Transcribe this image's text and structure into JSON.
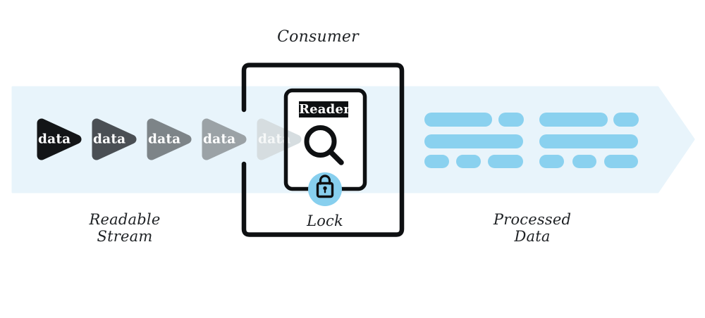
{
  "palette": {
    "background": "#ffffff",
    "stream_band": "#e8f4fb",
    "data_bar": "#8ad1ef",
    "lock_badge": "#87cfee",
    "ink": "#0e1012",
    "label_text": "#1e2124",
    "chunk_text": "#ffffff"
  },
  "labels": {
    "consumer": "Consumer",
    "readable_stream": "Readable\nStream",
    "lock": "Lock",
    "processed_data": "Processed\nData",
    "reader": "Reader"
  },
  "stream": {
    "chunks": [
      {
        "label": "data",
        "color": "#131517"
      },
      {
        "label": "data",
        "color": "#4a4f54"
      },
      {
        "label": "data",
        "color": "#7d8488"
      },
      {
        "label": "data",
        "color": "#9ba2a6"
      },
      {
        "label": "data",
        "color": "#d6dde0"
      }
    ]
  },
  "icons": {
    "reader_icon": "magnifier-icon",
    "lock_icon": "lock-icon"
  }
}
